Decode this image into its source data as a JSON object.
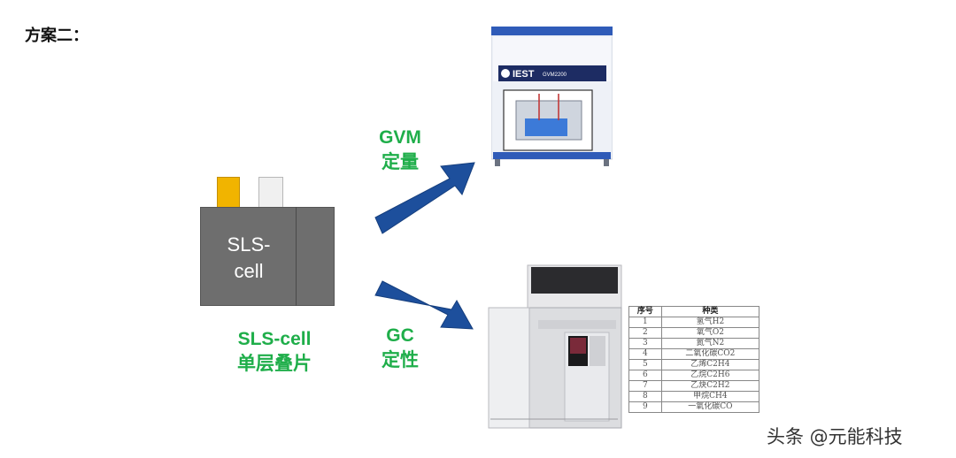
{
  "heading": "方案二：",
  "cell": {
    "name_line1": "SLS-",
    "name_line2": "cell",
    "caption_line1": "SLS-cell",
    "caption_line2": "单层叠片"
  },
  "gvm": {
    "label_line1": "GVM",
    "label_line2": "定量",
    "brand": "IEST",
    "model": "GVM2200"
  },
  "gc": {
    "label_line1": "GC",
    "label_line2": "定性"
  },
  "gas_table": {
    "headers": [
      "序号",
      "种类"
    ],
    "rows": [
      [
        "1",
        "氢气H2"
      ],
      [
        "2",
        "氧气O2"
      ],
      [
        "3",
        "氮气N2"
      ],
      [
        "4",
        "二氧化碳CO2"
      ],
      [
        "5",
        "乙烯C2H4"
      ],
      [
        "6",
        "乙烷C2H6"
      ],
      [
        "7",
        "乙炔C2H2"
      ],
      [
        "8",
        "甲烷CH4"
      ],
      [
        "9",
        "一氧化碳CO"
      ]
    ]
  },
  "watermark": "头条 @元能科技",
  "colors": {
    "arrow": "#1d4f9c",
    "label_green": "#1fae4a",
    "tab_positive": "#f1b400",
    "cell_gray": "#6e6e6e"
  }
}
